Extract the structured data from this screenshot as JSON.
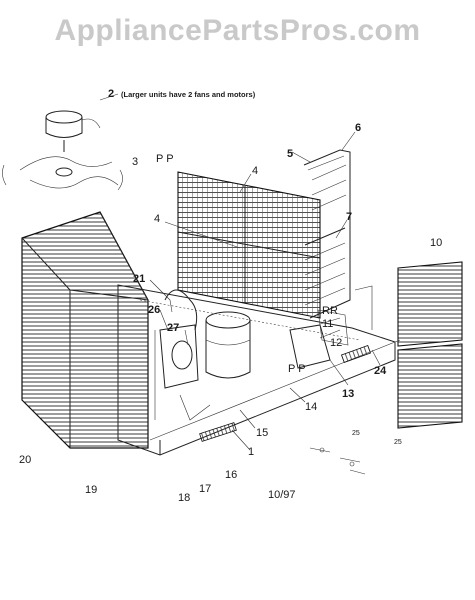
{
  "watermark": "AppliancePartsPros.com",
  "note": "(Larger units have 2 fans and motors)",
  "labels": {
    "fan_motor": "2",
    "fan_blade": "3",
    "panel_top": "4",
    "panel_mid": "4",
    "tube_a": "5",
    "tube_b": "6",
    "tube_c": "7",
    "side_panel": "10",
    "rr_ref": "RR",
    "bracket": "11",
    "control_box": "12",
    "base_part": "13",
    "rail": "14",
    "base_front": "15",
    "foot": "16",
    "bolt": "17",
    "screw": "18",
    "bottom": "19",
    "coil": "20",
    "tubing": "21",
    "switch": "24",
    "small_a": "25",
    "small_b": "25",
    "valve": "26",
    "fitting": "27",
    "item_one": "1",
    "pp_top": "P P",
    "pp_bottom": "P P",
    "date": "10/97"
  }
}
